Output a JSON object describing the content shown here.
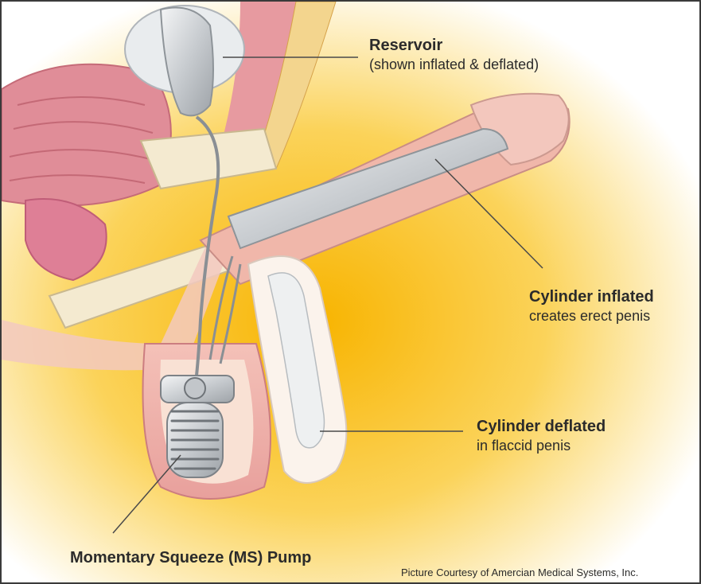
{
  "labels": {
    "reservoir_title": "Reservoir",
    "reservoir_sub": "(shown inflated & deflated)",
    "cylinder_inflated_title": "Cylinder inflated",
    "cylinder_inflated_sub": "creates erect penis",
    "cylinder_deflated_title": "Cylinder deflated",
    "cylinder_deflated_sub": "in flaccid penis",
    "pump": "Momentary Squeeze (MS) Pump",
    "credit": "Picture Courtesy of Amercian Medical Systems, Inc."
  },
  "colors": {
    "background_glow": "#f6c21a",
    "tissue_pink": "#e9a3a8",
    "muscle_pink": "#d9828c",
    "bone_cream": "#f2e6c6",
    "device_silver": "#cfd3d6",
    "leader_line": "#4a4a4a"
  }
}
